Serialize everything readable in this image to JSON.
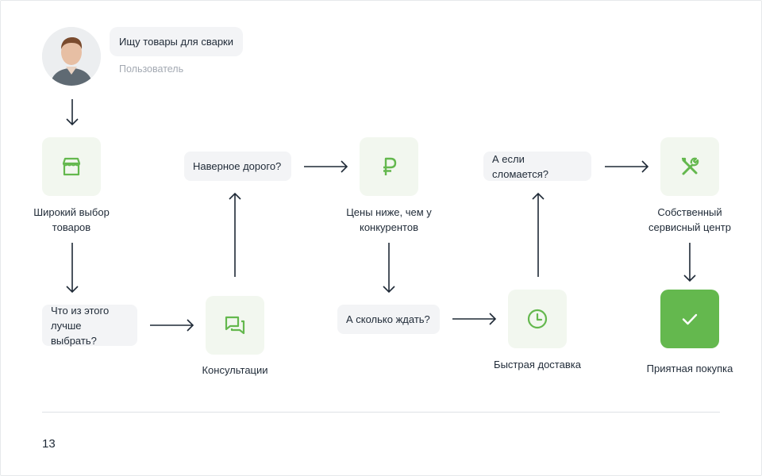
{
  "user": {
    "message": "Ищу товары для сварки",
    "caption": "Пользователь"
  },
  "questions": {
    "which": "Что из этого лучше выбрать?",
    "expensive": "Наверное дорого?",
    "wait": "А сколько ждать?",
    "breaks": "А если сломается?"
  },
  "steps": {
    "assortment": "Широкий выбор товаров",
    "consult": "Консультации",
    "prices": "Цены ниже, чем у конкурентов",
    "delivery": "Быстрая доставка",
    "service": "Собственный сервисный центр",
    "purchase": "Приятная покупка"
  },
  "icons": {
    "assortment": "store-icon",
    "consult": "chat-icon",
    "prices": "ruble-icon",
    "delivery": "clock-icon",
    "service": "tools-icon",
    "purchase": "check-icon"
  },
  "colors": {
    "accent": "#64b84e",
    "tile_bg": "#f2f7ef",
    "bubble_bg": "#f3f4f6",
    "arrow": "#1f2a37"
  },
  "page": {
    "number": "13"
  }
}
